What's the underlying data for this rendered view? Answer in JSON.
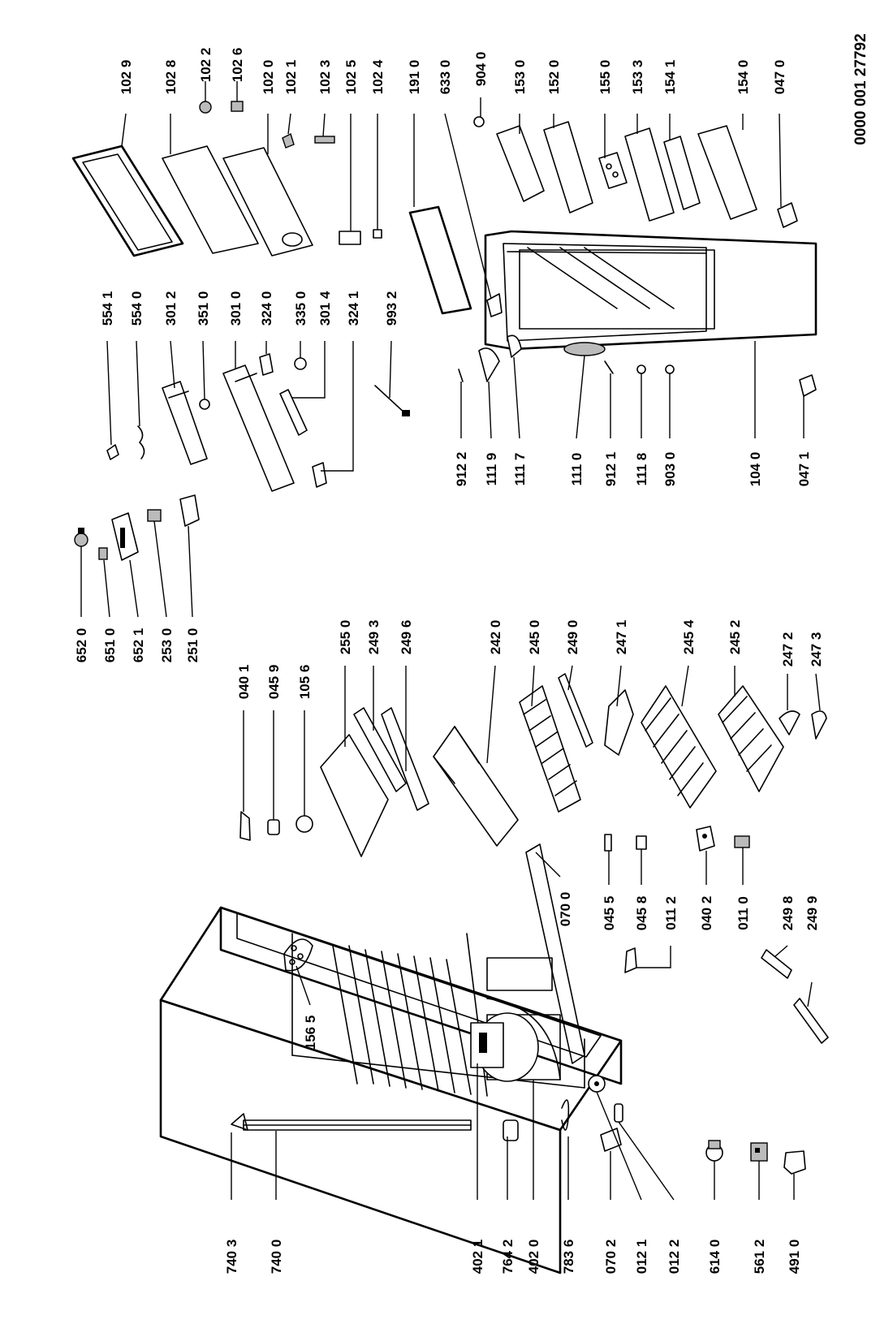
{
  "drawing_number": "0000 001 27792",
  "labels": {
    "l740_3": "740 3",
    "l740_0": "740 0",
    "l402_1": "402 1",
    "l764_2": "764 2",
    "l402_0": "402 0",
    "l783_6": "783 6",
    "l070_2": "070 2",
    "l012_1": "012 1",
    "l012_2": "012 2",
    "l614_0": "614 0",
    "l561_2": "561 2",
    "l491_0": "491 0",
    "l156_5": "156 5",
    "l070_0": "070 0",
    "l045_5": "045 5",
    "l045_8": "045 8",
    "l011_2": "011 2",
    "l040_2": "040 2",
    "l011_0": "011 0",
    "l249_8": "249 8",
    "l249_9": "249 9",
    "l040_1": "040 1",
    "l045_9": "045 9",
    "l105_6": "105 6",
    "l255_0": "255 0",
    "l249_3": "249 3",
    "l249_6": "249 6",
    "l242_0": "242 0",
    "l245_0": "245 0",
    "l249_0": "249 0",
    "l247_1": "247 1",
    "l245_4": "245 4",
    "l245_2": "245 2",
    "l247_2": "247 2",
    "l247_3": "247 3",
    "l652_0": "652 0",
    "l651_0": "651 0",
    "l652_1": "652 1",
    "l253_0": "253 0",
    "l251_0": "251 0",
    "l554_1": "554 1",
    "l554_0": "554 0",
    "l301_2": "301 2",
    "l351_0": "351 0",
    "l301_0": "301 0",
    "l324_0": "324 0",
    "l335_0": "335 0",
    "l301_4": "301 4",
    "l324_1": "324 1",
    "l993_2": "993 2",
    "l912_2": "912 2",
    "l111_9": "111 9",
    "l111_7": "111 7",
    "l111_0": "111 0",
    "l912_1": "912 1",
    "l111_8": "111 8",
    "l903_0": "903 0",
    "l104_0": "104 0",
    "l047_1": "047 1",
    "l102_9": "102 9",
    "l102_8": "102 8",
    "l102_2": "102 2",
    "l102_6": "102 6",
    "l102_0": "102 0",
    "l102_1": "102 1",
    "l102_3": "102 3",
    "l102_5": "102 5",
    "l102_4": "102 4",
    "l191_0": "191 0",
    "l633_0": "633 0",
    "l904_0": "904 0",
    "l153_0": "153 0",
    "l152_0": "152 0",
    "l155_0": "155 0",
    "l153_3": "153 3",
    "l154_1": "154 1",
    "l154_0": "154 0",
    "l047_0": "047 0"
  }
}
